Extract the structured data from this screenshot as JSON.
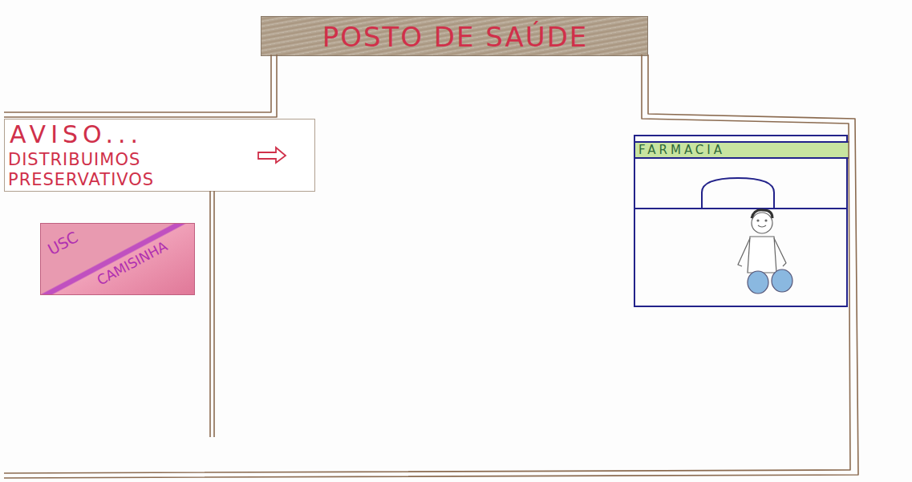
{
  "diagram": {
    "nodes": [
      {
        "text": [
          "POSTO DE SAÚDE"
        ]
      },
      {
        "text": [
          "AVISO...",
          "DISTRIBUIMOS PRESERVATIVOS"
        ]
      },
      {
        "text": [
          "USC",
          "CAMISINHA"
        ]
      },
      {
        "text": [
          "FARMACIA"
        ]
      }
    ]
  }
}
